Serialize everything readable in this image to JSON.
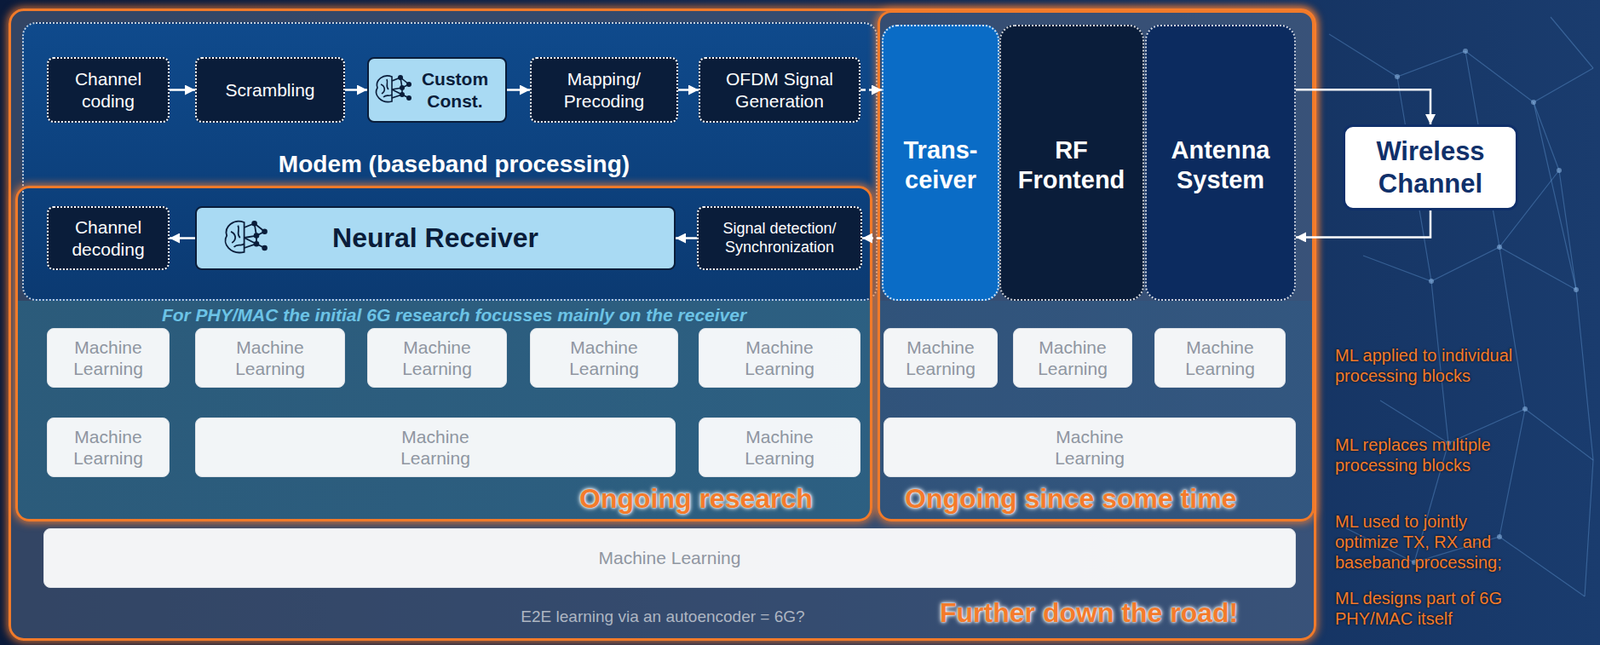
{
  "diagram": {
    "nodes": [
      {
        "text": [
          "Further down the road!"
        ]
      },
      {
        "text": [
          "Modem (baseband processing)"
        ],
        "in": 0
      },
      {
        "text": [
          "Channel coding"
        ],
        "in": 1
      },
      {
        "text": [
          "Scrambling"
        ],
        "in": 1
      },
      {
        "text": [
          "Custom Const."
        ],
        "in": 1
      },
      {
        "text": [
          "Mapping/ Precoding"
        ],
        "in": 1
      },
      {
        "text": [
          "OFDM Signal Generation"
        ],
        "in": 1
      },
      {
        "text": [
          "Channel decoding"
        ],
        "in": 1
      },
      {
        "text": [
          "Neural Receiver"
        ],
        "in": 1
      },
      {
        "text": [
          "Signal detection/ Synchronization"
        ],
        "in": 1
      },
      {
        "text": [
          "Ongoing research"
        ],
        "in": 0
      },
      {
        "text": [
          "Ongoing since some time"
        ],
        "in": 0
      },
      {
        "text": [
          "Trans- ceiver"
        ],
        "in": 11
      },
      {
        "text": [
          "RF Frontend"
        ],
        "in": 11
      },
      {
        "text": [
          "Antenna System"
        ],
        "in": 11
      },
      {
        "text": [
          "Machine Learning"
        ],
        "in": 10
      },
      {
        "text": [
          "Machine Learning"
        ],
        "in": 10
      },
      {
        "text": [
          "Machine Learning"
        ],
        "in": 10
      },
      {
        "text": [
          "Machine Learning"
        ],
        "in": 10
      },
      {
        "text": [
          "Machine Learning"
        ],
        "in": 10
      },
      {
        "text": [
          "Machine Learning"
        ],
        "in": 11
      },
      {
        "text": [
          "Machine Learning"
        ],
        "in": 11
      },
      {
        "text": [
          "Machine Learning"
        ],
        "in": 11
      },
      {
        "text": [
          "Machine Learning"
        ],
        "in": 10
      },
      {
        "text": [
          "Machine Learning"
        ],
        "in": 10
      },
      {
        "text": [
          "Machine Learning"
        ],
        "in": 10
      },
      {
        "text": [
          "Machine Learning"
        ],
        "in": 11
      },
      {
        "text": [
          "Machine Learning"
        ],
        "in": 0
      },
      {
        "text": [
          "Wireless Channel"
        ]
      }
    ],
    "edges": [
      {
        "from": 2,
        "to": 3,
        "arrow": "to"
      },
      {
        "from": 3,
        "to": 4,
        "arrow": "to"
      },
      {
        "from": 4,
        "to": 5,
        "arrow": "to"
      },
      {
        "from": 5,
        "to": 6,
        "arrow": "to"
      },
      {
        "from": 6,
        "to": 12,
        "arrow": "to"
      },
      {
        "from": 12,
        "to": 9,
        "arrow": "to"
      },
      {
        "from": 9,
        "to": 8,
        "arrow": "to"
      },
      {
        "from": 8,
        "to": 7,
        "arrow": "to"
      },
      {
        "from": 14,
        "to": 28,
        "arrow": "to"
      },
      {
        "from": 28,
        "to": 14,
        "arrow": "to"
      }
    ],
    "labels": [
      "For PHY/MAC the initial 6G research focusses mainly on the receiver",
      "E2E learning via an autoencoder = 6G?",
      "ML applied to individual processing blocks",
      "ML replaces multiple processing blocks",
      "ML used to jointly optimize TX, RX and baseband processing;",
      "ML designs part of 6G PHY/MAC itself"
    ]
  }
}
